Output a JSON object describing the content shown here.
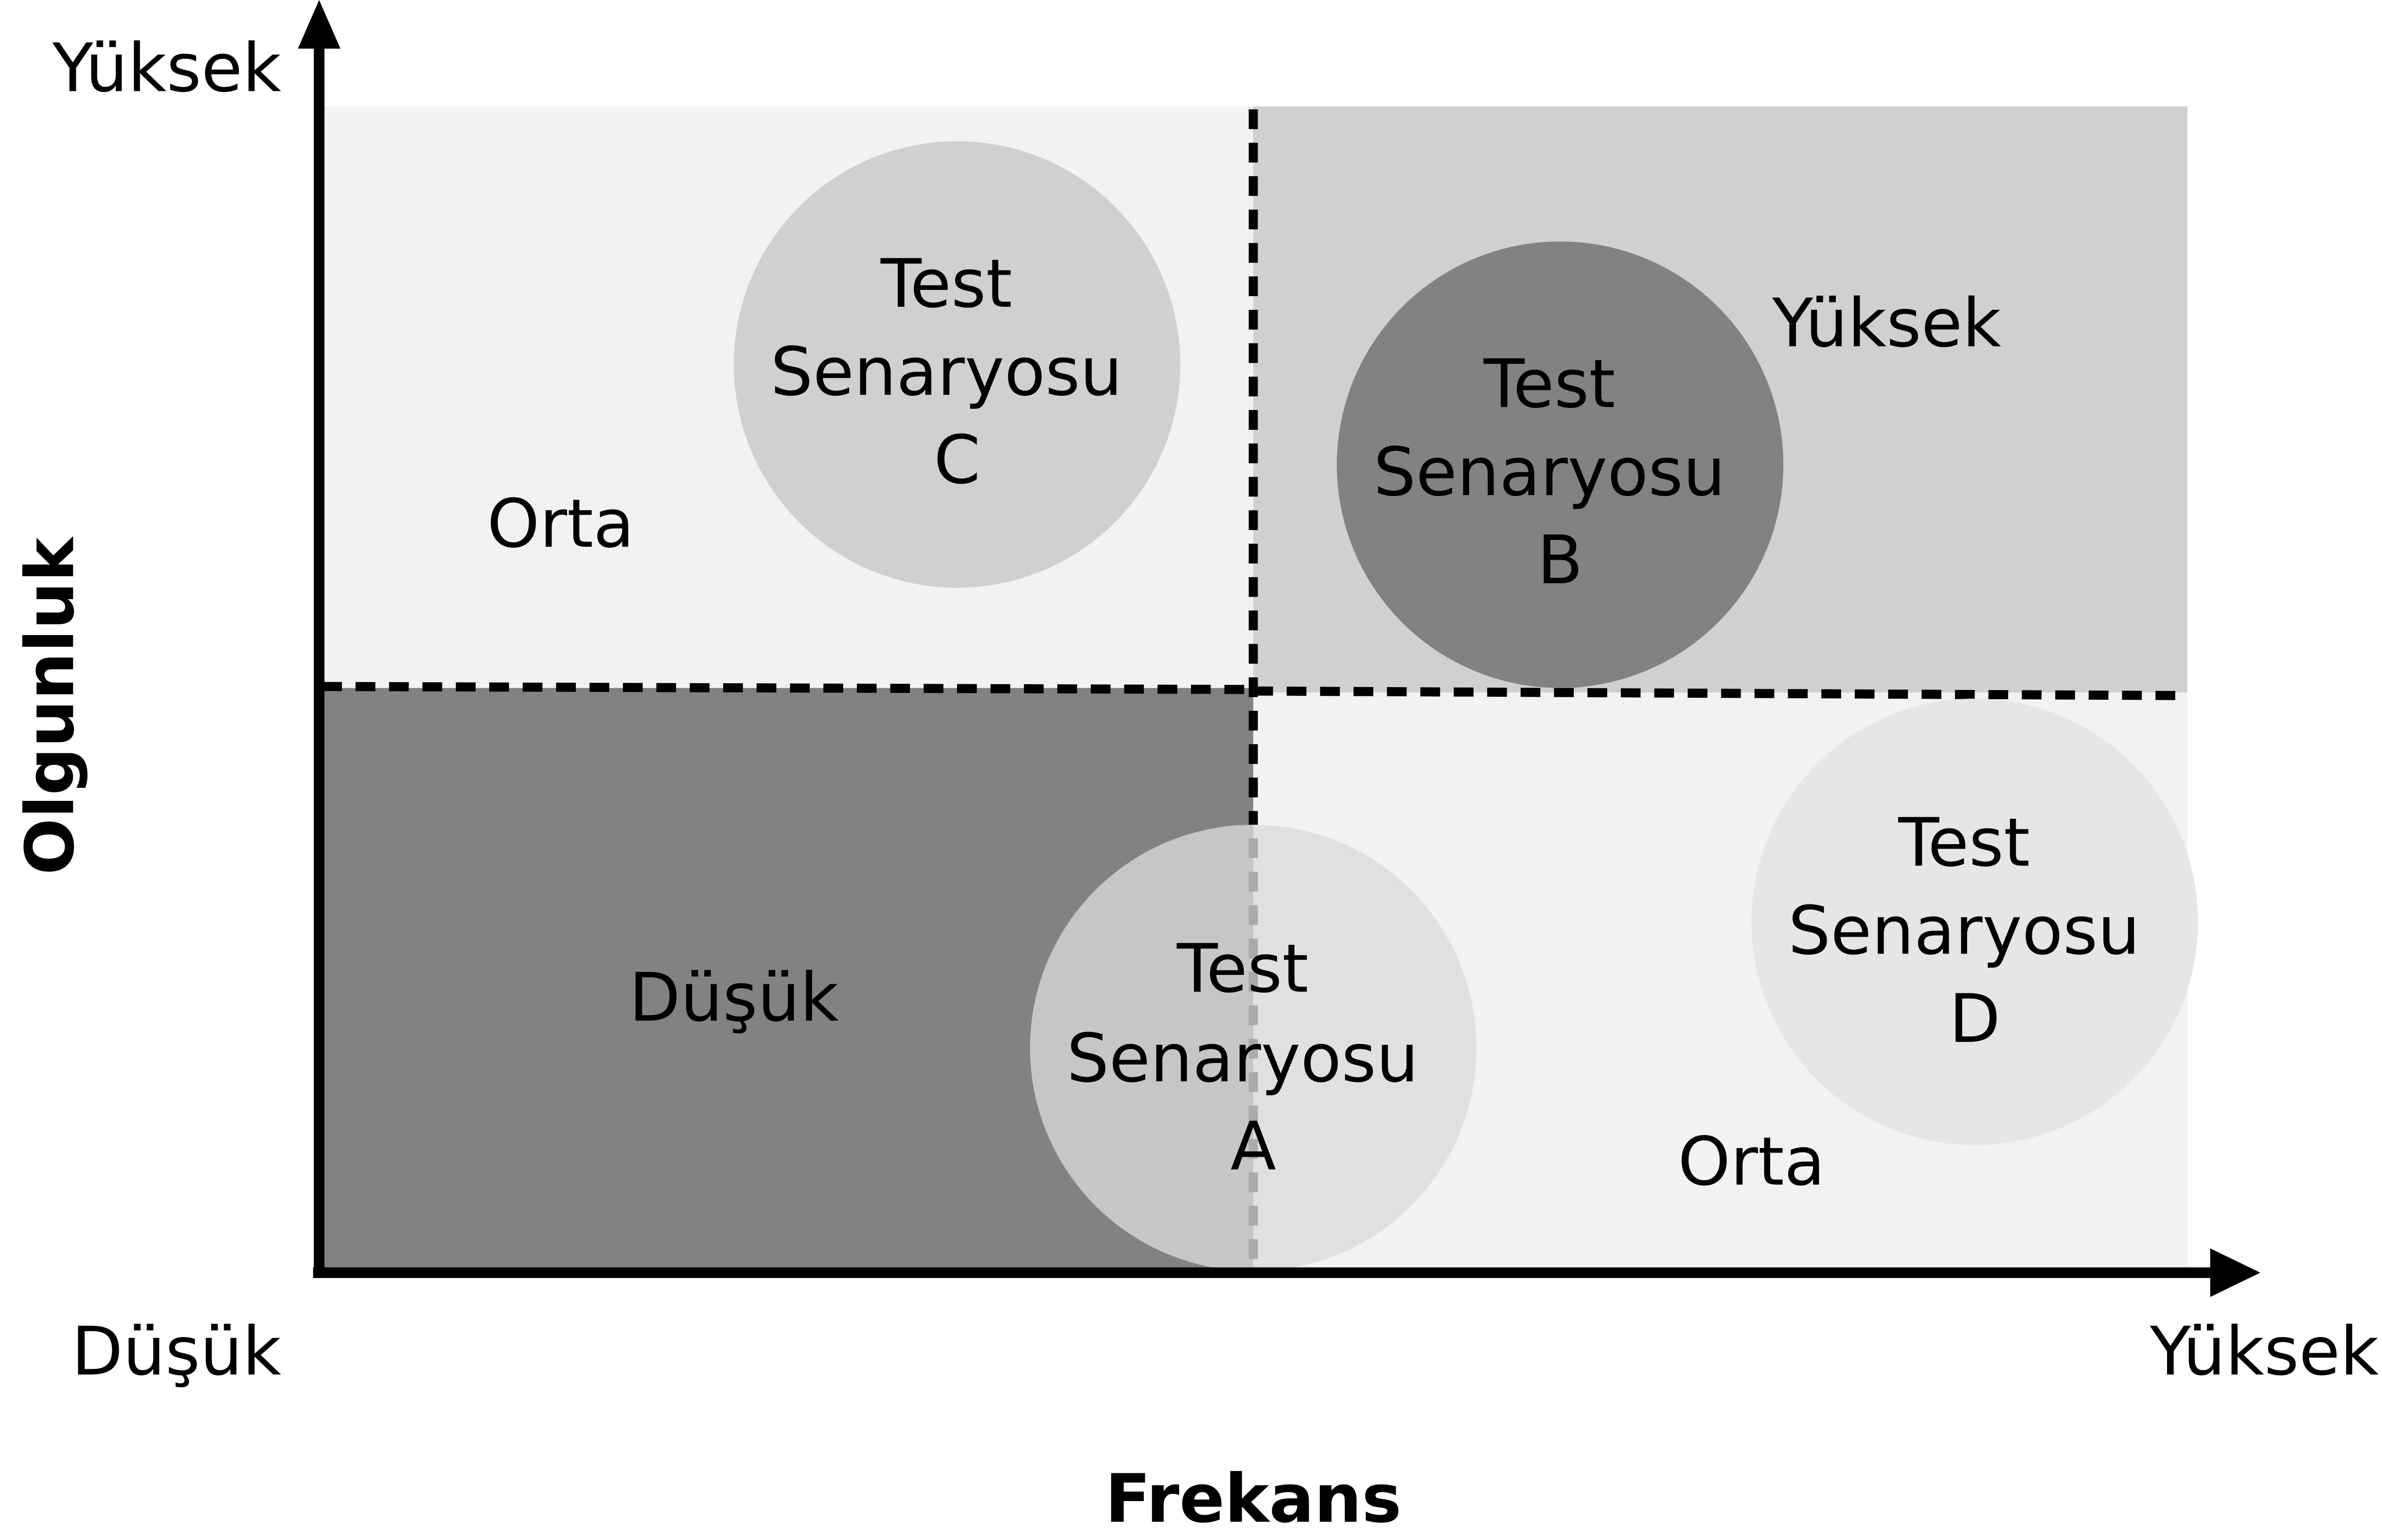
{
  "axes": {
    "x_label": "Frekans",
    "y_label": "Olgunluk",
    "x_low": "Düşük",
    "x_high": "Yüksek",
    "y_high": "Yüksek"
  },
  "quadrants": {
    "top_left": "Orta",
    "top_right": "Yüksek",
    "bottom_left": "Düşük",
    "bottom_right": "Orta"
  },
  "scenarios": {
    "a": [
      "Test",
      "Senaryosu",
      "A"
    ],
    "b": [
      "Test",
      "Senaryosu",
      "B"
    ],
    "c": [
      "Test",
      "Senaryosu",
      "C"
    ],
    "d": [
      "Test",
      "Senaryosu",
      "D"
    ]
  },
  "colors": {
    "light": "#f2f2f2",
    "medium": "#d0d0d0",
    "dark": "#828282"
  }
}
